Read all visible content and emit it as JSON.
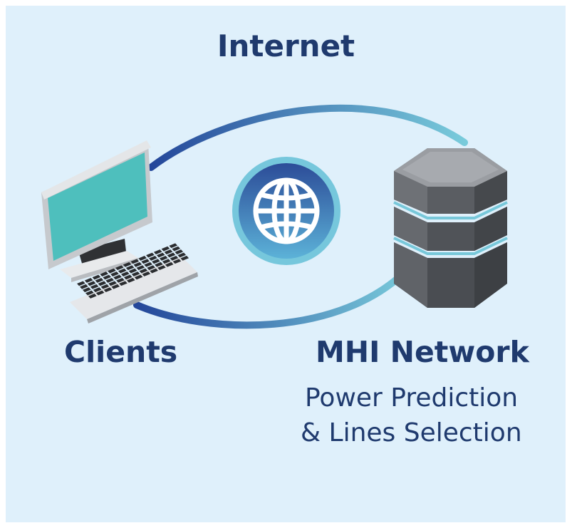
{
  "labels": {
    "internet": "Internet",
    "clients": "Clients",
    "mhi_network": "MHI Network",
    "service_line1": "Power Prediction",
    "service_line2": "& Lines Selection"
  },
  "icons": {
    "client": "desktop-computer-icon",
    "globe": "globe-icon",
    "server": "server-icon"
  },
  "colors": {
    "background": "#dff0fb",
    "text": "#1f3a6e",
    "link_dark": "#2a4f9e",
    "link_light": "#72c6d8",
    "screen": "#4ebfbd",
    "server_body": "#55585d"
  }
}
